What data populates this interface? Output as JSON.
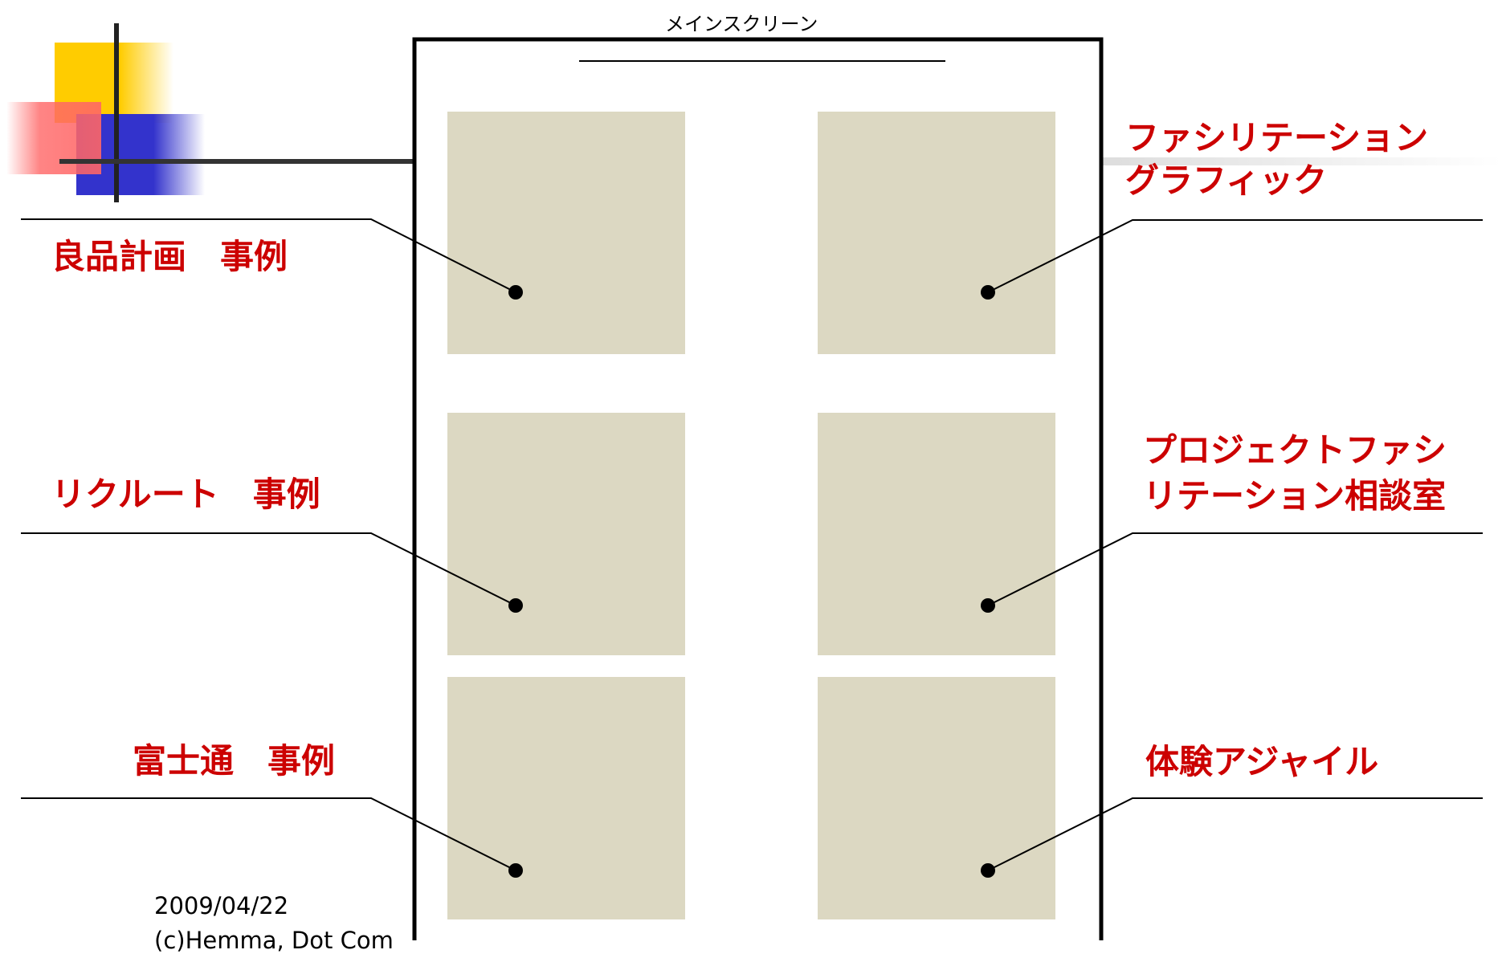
{
  "diagram": {
    "screen_title": "メインスクリーン",
    "colors": {
      "panel": "#DCD8C2",
      "label": "#CC0000",
      "yellow": "#FFCC00",
      "blue": "#3333CC",
      "red": "#FF6666"
    },
    "labels": {
      "left_1": "良品計画　事例",
      "left_2": "リクルート　事例",
      "left_3": "富士通　事例",
      "right_1_line1": "ファシリテーション",
      "right_1_line2": "グラフィック",
      "right_2_line1": "プロジェクトファシ",
      "right_2_line2": "リテーション相談室",
      "right_3": "体験アジャイル"
    },
    "footer": {
      "date": "2009/04/22",
      "copyright": "(c)Hemma, Dot Com"
    }
  }
}
